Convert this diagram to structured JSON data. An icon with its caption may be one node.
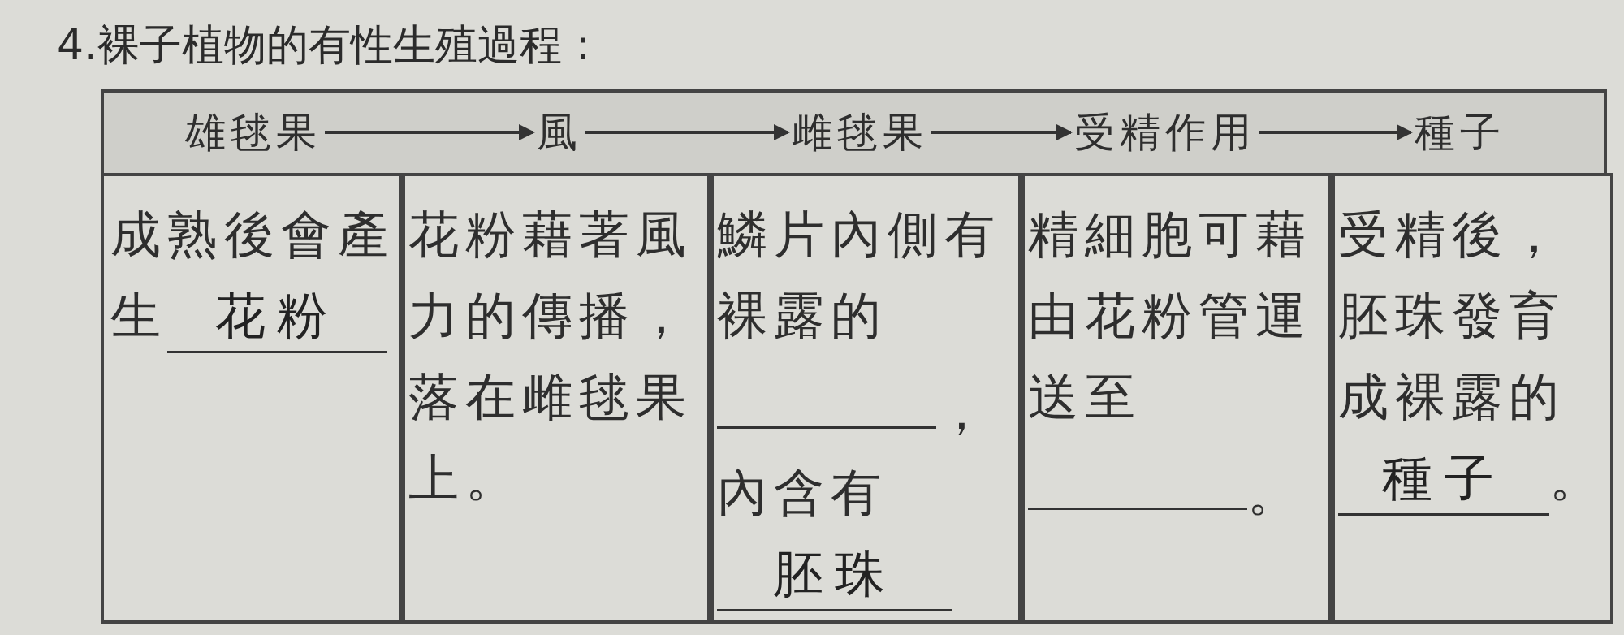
{
  "diagram": {
    "title": "4.裸子植物的有性生殖過程：",
    "nodes": [
      {
        "text": [
          "雄毬果"
        ]
      },
      {
        "text": [
          "風"
        ]
      },
      {
        "text": [
          "雌毬果"
        ]
      },
      {
        "text": [
          "受精作用"
        ]
      },
      {
        "text": [
          "種子"
        ]
      },
      {
        "text": [
          "成熟後會產生",
          "花粉"
        ]
      },
      {
        "text": [
          "花粉藉著風力的傳播，落在雌毬果上。"
        ]
      },
      {
        "text": [
          "鱗片內側有裸露的",
          "，",
          "內含有",
          "胚珠"
        ]
      },
      {
        "text": [
          "精細胞可藉由花粉管運送至",
          "。"
        ]
      },
      {
        "text": [
          "受精後，胚珠發育成裸露的",
          "種子",
          "。"
        ]
      }
    ],
    "edges": [
      {
        "from": 0,
        "to": 1,
        "arrow": "to"
      },
      {
        "from": 1,
        "to": 2,
        "arrow": "to"
      },
      {
        "from": 2,
        "to": 3,
        "arrow": "to"
      },
      {
        "from": 3,
        "to": 4,
        "arrow": "to"
      }
    ]
  }
}
